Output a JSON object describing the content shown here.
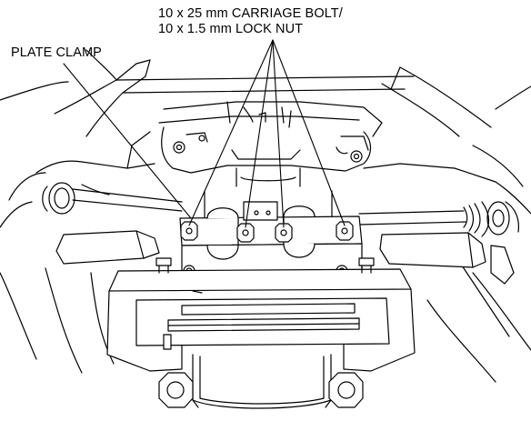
{
  "callouts": {
    "carriage_bolt_line1": "10 x 25 mm CARRIAGE BOLT/",
    "carriage_bolt_line2": "10 x 1.5 mm LOCK NUT",
    "plate_clamp": "PLATE CLAMP"
  },
  "colors": {
    "line": "#000000",
    "background": "#ffffff",
    "fill": "#ffffff"
  }
}
